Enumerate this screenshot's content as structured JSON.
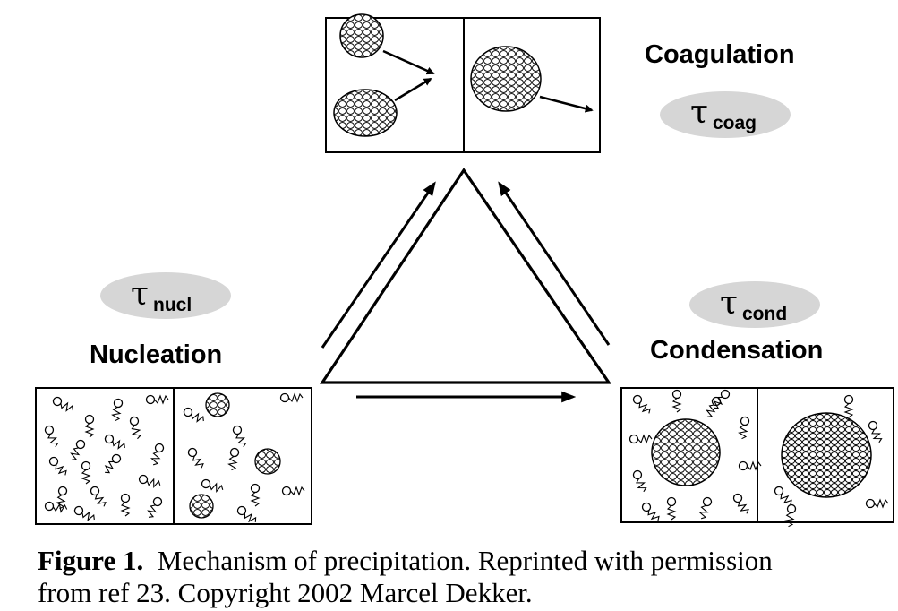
{
  "stages": {
    "coagulation": {
      "label": "Coagulation",
      "tau_symbol": "τ",
      "tau_subscript": "coag"
    },
    "nucleation": {
      "label": "Nucleation",
      "tau_symbol": "τ",
      "tau_subscript": "nucl"
    },
    "condensation": {
      "label": "Condensation",
      "tau_symbol": "τ",
      "tau_subscript": "cond"
    }
  },
  "caption": {
    "figure_label": "Figure 1.",
    "line1_text": "Mechanism of precipitation. Reprinted with permission",
    "line2_text": "from ref 23. Copyright 2002 Marcel Dekker."
  },
  "colors": {
    "ellipse_fill": "#d6d6d6",
    "stroke": "#000000"
  }
}
